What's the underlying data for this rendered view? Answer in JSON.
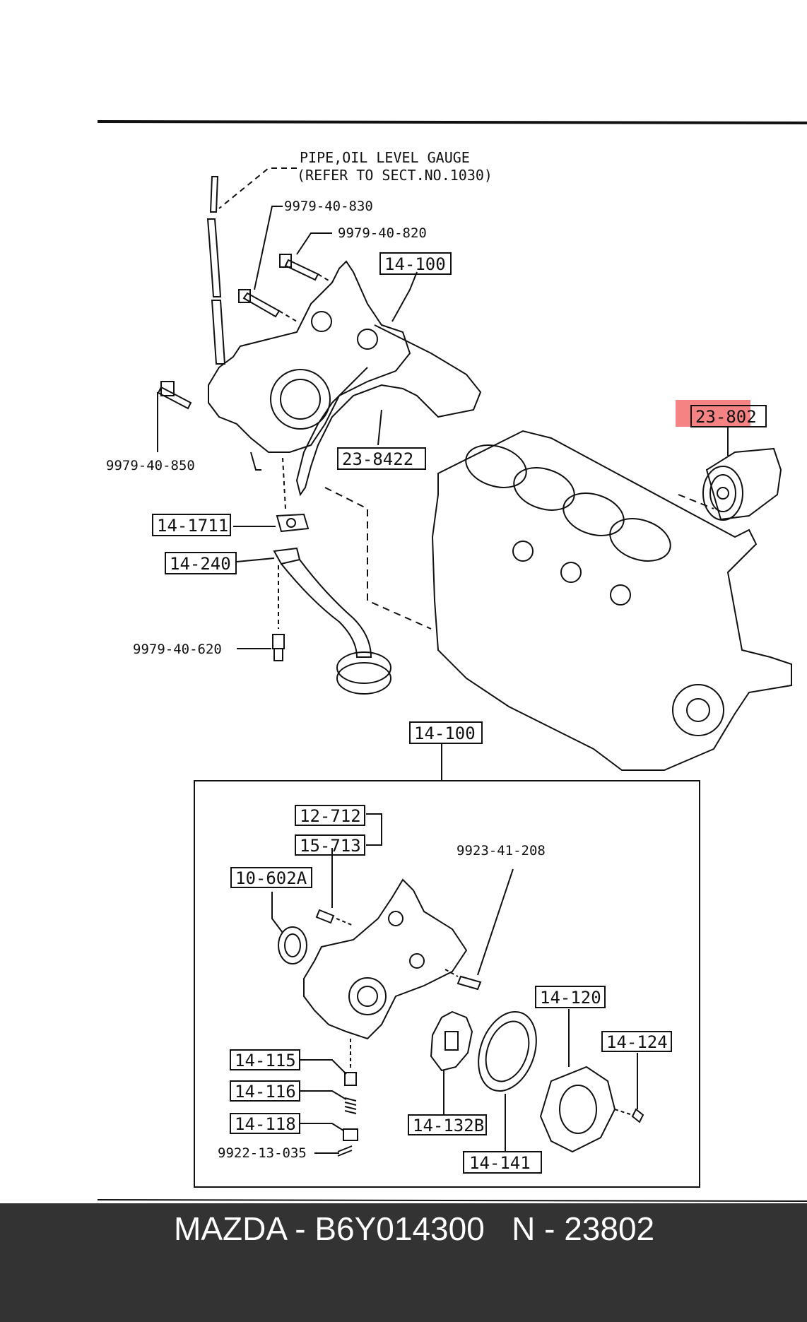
{
  "diagram": {
    "header_note": [
      "PIPE,OIL LEVEL GAUGE",
      "(REFER TO SECT.NO.1030)"
    ],
    "parts": {
      "p_14_100_top": "14-100",
      "p_23_8422": "23-8422",
      "p_23_802": "23-802",
      "p_14_1711": "14-1711",
      "p_14_240": "14-240",
      "p_9979_40_830": "9979-40-830",
      "p_9979_40_820": "9979-40-820",
      "p_9979_40_850": "9979-40-850",
      "p_9979_40_620": "9979-40-620",
      "p_14_100_inset": "14-100",
      "p_12_712": "12-712",
      "p_15_713": "15-713",
      "p_10_602A": "10-602A",
      "p_9923_41_208": "9923-41-208",
      "p_14_120": "14-120",
      "p_14_124": "14-124",
      "p_14_115": "14-115",
      "p_14_116": "14-116",
      "p_14_118": "14-118",
      "p_9922_13_035": "9922-13-035",
      "p_14_132B": "14-132B",
      "p_14_141": "14-141"
    },
    "highlight_color": "#f04040"
  },
  "footer": {
    "text": "MAZDA - B6Y014300   N - 23802",
    "background": "#333333"
  }
}
